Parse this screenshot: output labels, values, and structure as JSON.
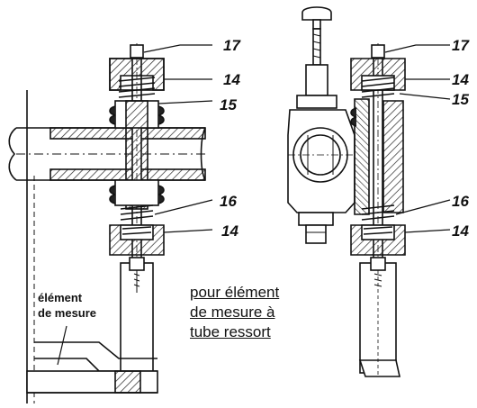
{
  "callouts": {
    "left": [
      "17",
      "14",
      "15",
      "16",
      "14"
    ],
    "right": [
      "17",
      "14",
      "15",
      "16",
      "14"
    ]
  },
  "element_label": {
    "line1": "élément",
    "line2": "de mesure"
  },
  "caption": {
    "line1": "pour élément",
    "line2": "de mesure à",
    "line3": "tube ressort"
  }
}
